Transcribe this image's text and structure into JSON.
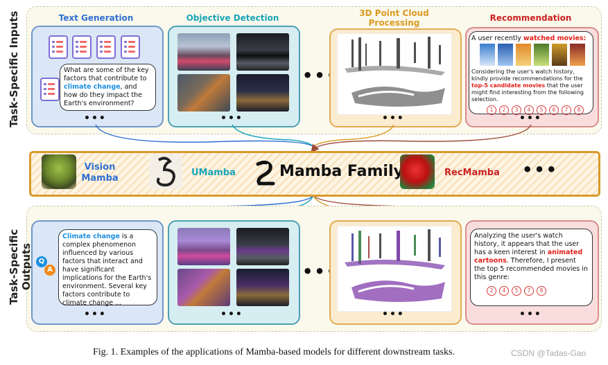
{
  "side_labels": {
    "inputs": "Task-Specific Inputs",
    "outputs": "Task-Specific Outputs"
  },
  "panels": {
    "text_generation": {
      "title": "Text Generation",
      "input_text": "What are some of the key factors that contribute to climate change, and how do they impact the Earth's environment?",
      "input_pre": "What are some of the key factors that contribute to ",
      "input_hl": "climate change",
      "input_post": ", and how do they impact the Earth's environment?",
      "output_hl": "Climate change",
      "output_post": " is a complex phenomenon influenced by various factors that interact and have significant implications for the Earth's environment. Several key factors contribute to climate change ...",
      "qa_q": "Q",
      "qa_a": "A"
    },
    "objective_detection": {
      "title": "Objective Detection"
    },
    "point_cloud": {
      "title_line1": "3D Point Cloud",
      "title_line2": "Processing"
    },
    "recommendation": {
      "title": "Recommendation",
      "watched_pre": "A user recently ",
      "watched_hl": "watched movies:",
      "input_pre": "Considering the user's watch history, kindly provide recommendations for the ",
      "input_hl": "top-5 candidate movies",
      "input_post": " that the user might find interesting from the following selection.",
      "candidates": [
        "1",
        "2",
        "3",
        "4",
        "5",
        "6",
        "7",
        "8"
      ],
      "output_pre": "Analyzing the user's watch history, it appears that the user has a keen interest in ",
      "output_hl": "animated cartoons",
      "output_post": ". Therefore, I present the top 5 recommended movies in this genre:",
      "recommended": [
        "2",
        "4",
        "5",
        "7",
        "8"
      ]
    }
  },
  "mamba_bar": {
    "vision_mamba_line1": "Vision",
    "vision_mamba_line2": "Mamba",
    "umamba": "UMamba",
    "center_title": "Mamba Family",
    "recmamba": "RecMamba"
  },
  "colors": {
    "text_generation": "#2f6fd1",
    "objective_detection": "#1aa4b8",
    "point_cloud": "#d99a22",
    "recommendation": "#cc2222",
    "umamba": "#1aa4b8",
    "recmamba": "#cc2222",
    "vision_mamba": "#2f6fd1"
  },
  "caption": "Fig. 1.  Examples of the applications of Mamba-based models for different downstream tasks.",
  "watermark": "CSDN @Tadas-Gao"
}
